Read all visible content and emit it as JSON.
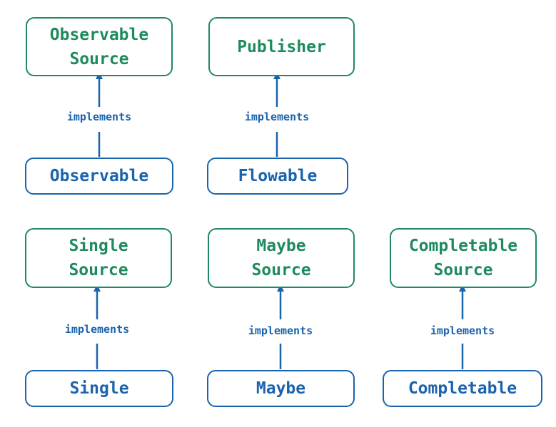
{
  "colors": {
    "interface": "#1f8a5e",
    "implementation": "#1a63ad"
  },
  "relation_label": "implements",
  "pairs": [
    {
      "interface": "Observable\nSource",
      "implementation": "Observable"
    },
    {
      "interface": "Publisher",
      "implementation": "Flowable"
    },
    {
      "interface": "Single\nSource",
      "implementation": "Single"
    },
    {
      "interface": "Maybe\nSource",
      "implementation": "Maybe"
    },
    {
      "interface": "Completable\nSource",
      "implementation": "Completable"
    }
  ]
}
